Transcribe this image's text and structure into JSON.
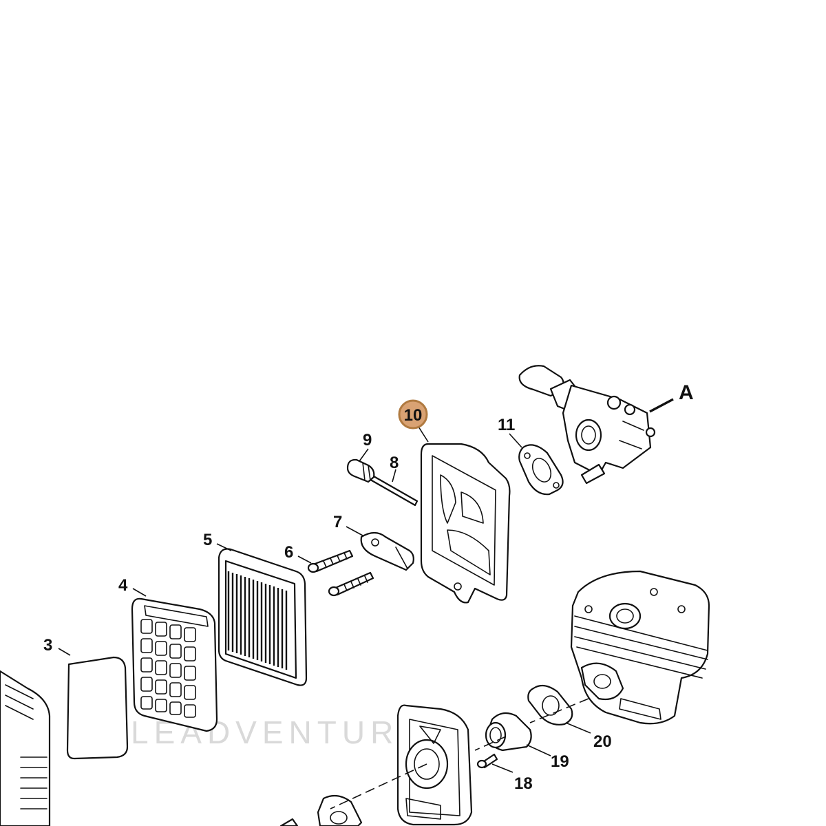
{
  "diagram": {
    "callouts": [
      {
        "id": "c3",
        "label": "3"
      },
      {
        "id": "c4",
        "label": "4"
      },
      {
        "id": "c5",
        "label": "5"
      },
      {
        "id": "c6",
        "label": "6"
      },
      {
        "id": "c7",
        "label": "7"
      },
      {
        "id": "c8",
        "label": "8"
      },
      {
        "id": "c9",
        "label": "9"
      },
      {
        "id": "c10",
        "label": "10",
        "highlighted": true
      },
      {
        "id": "c11",
        "label": "11"
      },
      {
        "id": "c18",
        "label": "18"
      },
      {
        "id": "c19",
        "label": "19"
      },
      {
        "id": "c20",
        "label": "20"
      },
      {
        "id": "cA",
        "label": "A"
      }
    ],
    "highlight_color": "#d9a273",
    "highlight_border_color": "#b07a40",
    "watermark_text": "LEADVENTURE"
  }
}
